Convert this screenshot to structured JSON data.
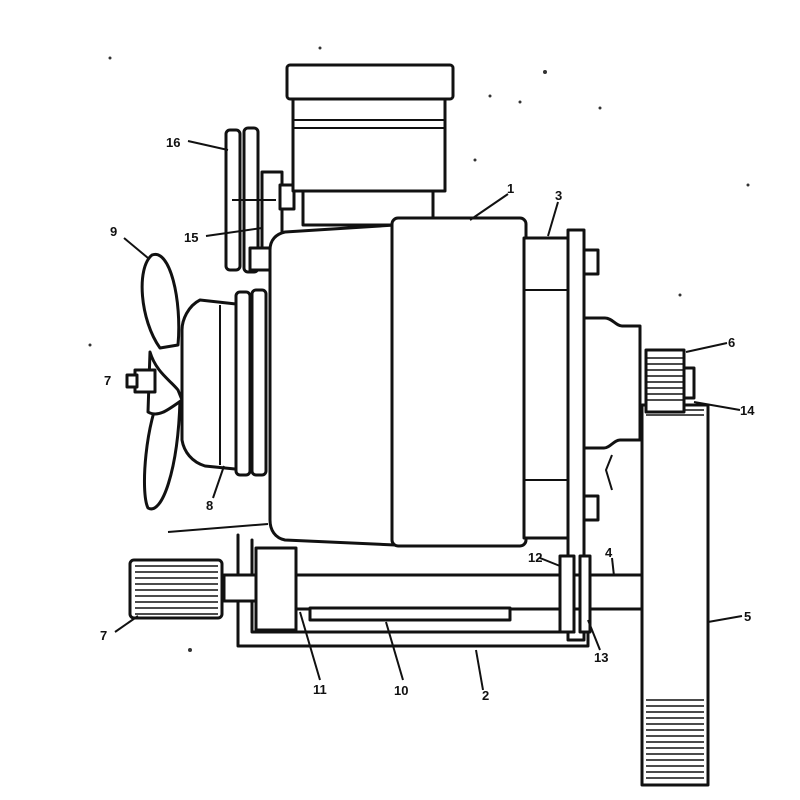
{
  "labels": [
    {
      "id": "1",
      "text": "1"
    },
    {
      "id": "2",
      "text": "2"
    },
    {
      "id": "3",
      "text": "3"
    },
    {
      "id": "4",
      "text": "4"
    },
    {
      "id": "5",
      "text": "5"
    },
    {
      "id": "6",
      "text": "6"
    },
    {
      "id": "7a",
      "text": "7"
    },
    {
      "id": "7b",
      "text": "7"
    },
    {
      "id": "8",
      "text": "8"
    },
    {
      "id": "9",
      "text": "9"
    },
    {
      "id": "10",
      "text": "10"
    },
    {
      "id": "11",
      "text": "11"
    },
    {
      "id": "12",
      "text": "12"
    },
    {
      "id": "13",
      "text": "13"
    },
    {
      "id": "14",
      "text": "14"
    },
    {
      "id": "15",
      "text": "15"
    },
    {
      "id": "16",
      "text": "16"
    }
  ]
}
